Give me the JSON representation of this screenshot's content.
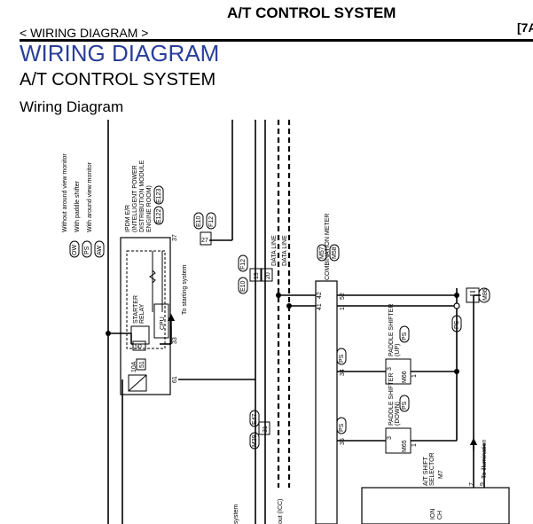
{
  "header": {
    "system_title": "A/T CONTROL SYSTEM",
    "breadcrumb": "< WIRING DIAGRAM >",
    "page_ref": "[7A"
  },
  "titles": {
    "main": "WIRING DIAGRAM",
    "sub": "A/T CONTROL SYSTEM",
    "section": "Wiring Diagram"
  },
  "legend": {
    "without_avm": "Without around view monitor",
    "with_paddle": "With paddle shifter",
    "with_avm": "With around view monitor",
    "badges": [
      "OW",
      "PS",
      "AW"
    ]
  },
  "ipdm": {
    "name_lines": [
      "IPDM E/R",
      "(INTELLIGENT POWER",
      "DISTRIBUTION MODULE",
      "ENGINE ROOM)"
    ],
    "connectors": [
      "E122",
      "E123"
    ],
    "pins": {
      "p37": "37",
      "p33": "33",
      "p61": "61"
    },
    "relay_lines": [
      "STARTER",
      "RELAY"
    ],
    "cpu": "CPU",
    "to_starting": "To starting system",
    "fuse_box": "50",
    "fuse_amp": "10A",
    "fuse_num": "51"
  },
  "connectors": {
    "e10": "E10",
    "f12": "F12",
    "b27": "27",
    "e10b": "E10",
    "f12b": "F12",
    "b19": "19",
    "b20": "20",
    "e47": "E47",
    "m39": "M39",
    "b31": "31"
  },
  "data_lines": [
    "DATA LINE",
    "DATA LINE"
  ],
  "meter": {
    "name": "COMBINATION METER",
    "connectors": [
      "M57",
      "M58"
    ],
    "pins": {
      "p41": "41",
      "p42": "42",
      "p1": "1",
      "p52": "52",
      "p34": "34",
      "p35": "35"
    }
  },
  "m86": "M86",
  "paddle_up": {
    "name_lines": [
      "PADDLE SHIFTER",
      "(UP)"
    ],
    "conn": "M66",
    "pin3": "3",
    "pin1": "1"
  },
  "paddle_down": {
    "name_lines": [
      "PADDLE SHIFTER",
      "(DOWN)"
    ],
    "conn": "M65",
    "pin3": "3",
    "pin1": "1"
  },
  "ps": "PS",
  "to_illumination": "To illumination",
  "selector": {
    "name_lines": [
      "A/T SHIFT",
      "SELECTOR"
    ],
    "conn": "M7",
    "pin7": "7",
    "pin9": "9",
    "partial": "ION",
    "partial2": "CH"
  },
  "bottom": {
    "frag_system": "system",
    "frag_icc": "out (ICC)"
  },
  "colors": {
    "title_blue": "#2a3f9a",
    "line": "#000000"
  }
}
